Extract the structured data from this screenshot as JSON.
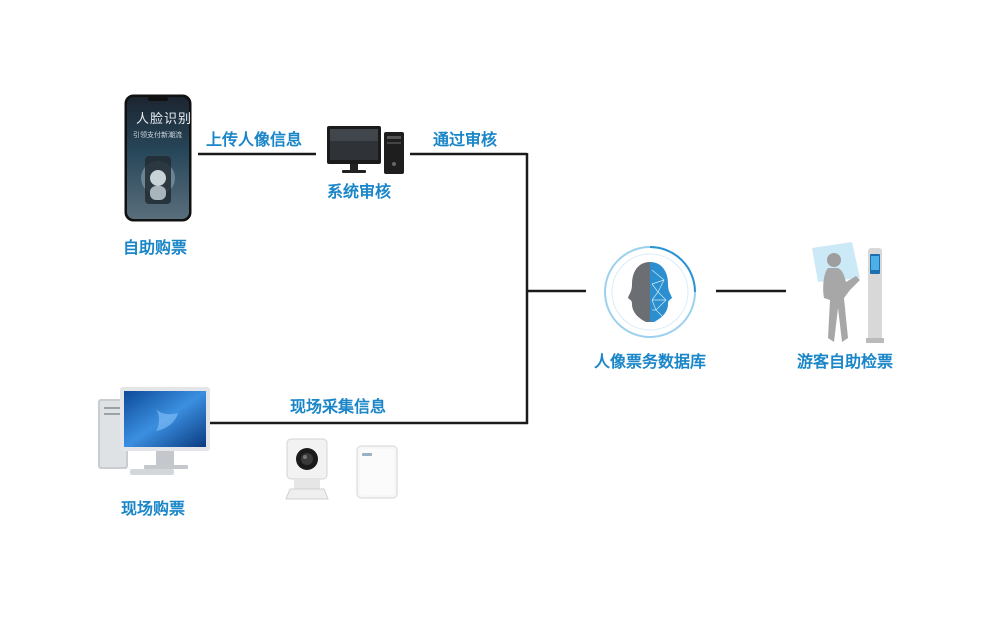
{
  "nodes": {
    "self_purchase": "自助购票",
    "system_review": "系统审核",
    "database": "人像票务数据库",
    "self_check": "游客自助检票",
    "onsite_purchase": "现场购票"
  },
  "edges": {
    "upload": "上传人像信息",
    "approved": "通过审核",
    "onsite_collect": "现场采集信息"
  },
  "phone_screen": {
    "title": "人脸识别",
    "subtitle": "引领支付新潮流"
  },
  "colors": {
    "label_blue": "#1a86c8",
    "line": "#1a1a1a"
  }
}
